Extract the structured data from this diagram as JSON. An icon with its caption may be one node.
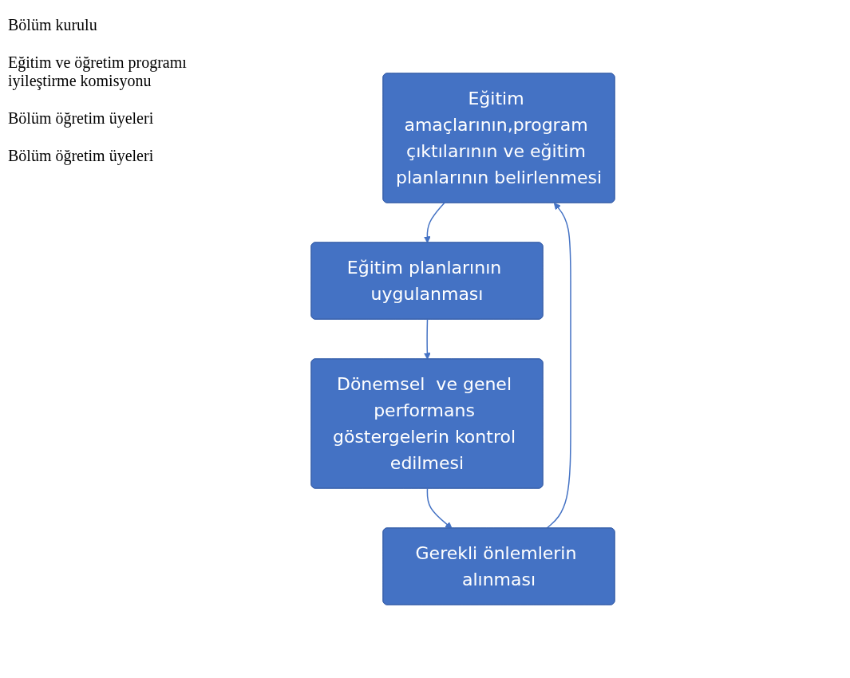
{
  "diagram": {
    "nodes": [
      {
        "text": [
          "Eğitim amaçlarının,program çıktılarının ve eğitim planlarının belirlenmesi"
        ]
      },
      {
        "text": [
          "Eğitim planlarının uygulanması"
        ]
      },
      {
        "text": [
          "Dönemsel  ve genel performans göstergelerin kontrol edilmesi"
        ]
      },
      {
        "text": [
          "Gerekli önlemlerin alınması"
        ]
      }
    ],
    "edges": [
      {
        "from": 0,
        "to": 1,
        "arrow": "to"
      },
      {
        "from": 1,
        "to": 2,
        "arrow": "to"
      },
      {
        "from": 2,
        "to": 3,
        "arrow": "to"
      },
      {
        "from": 3,
        "to": 0,
        "arrow": "to"
      }
    ],
    "labels": [
      "Bölüm kurulu",
      "Eğitim ve öğretim programı iyileştirme komisyonu",
      "Bölüm öğretim üyeleri",
      "Bölüm öğretim üyeleri"
    ]
  }
}
